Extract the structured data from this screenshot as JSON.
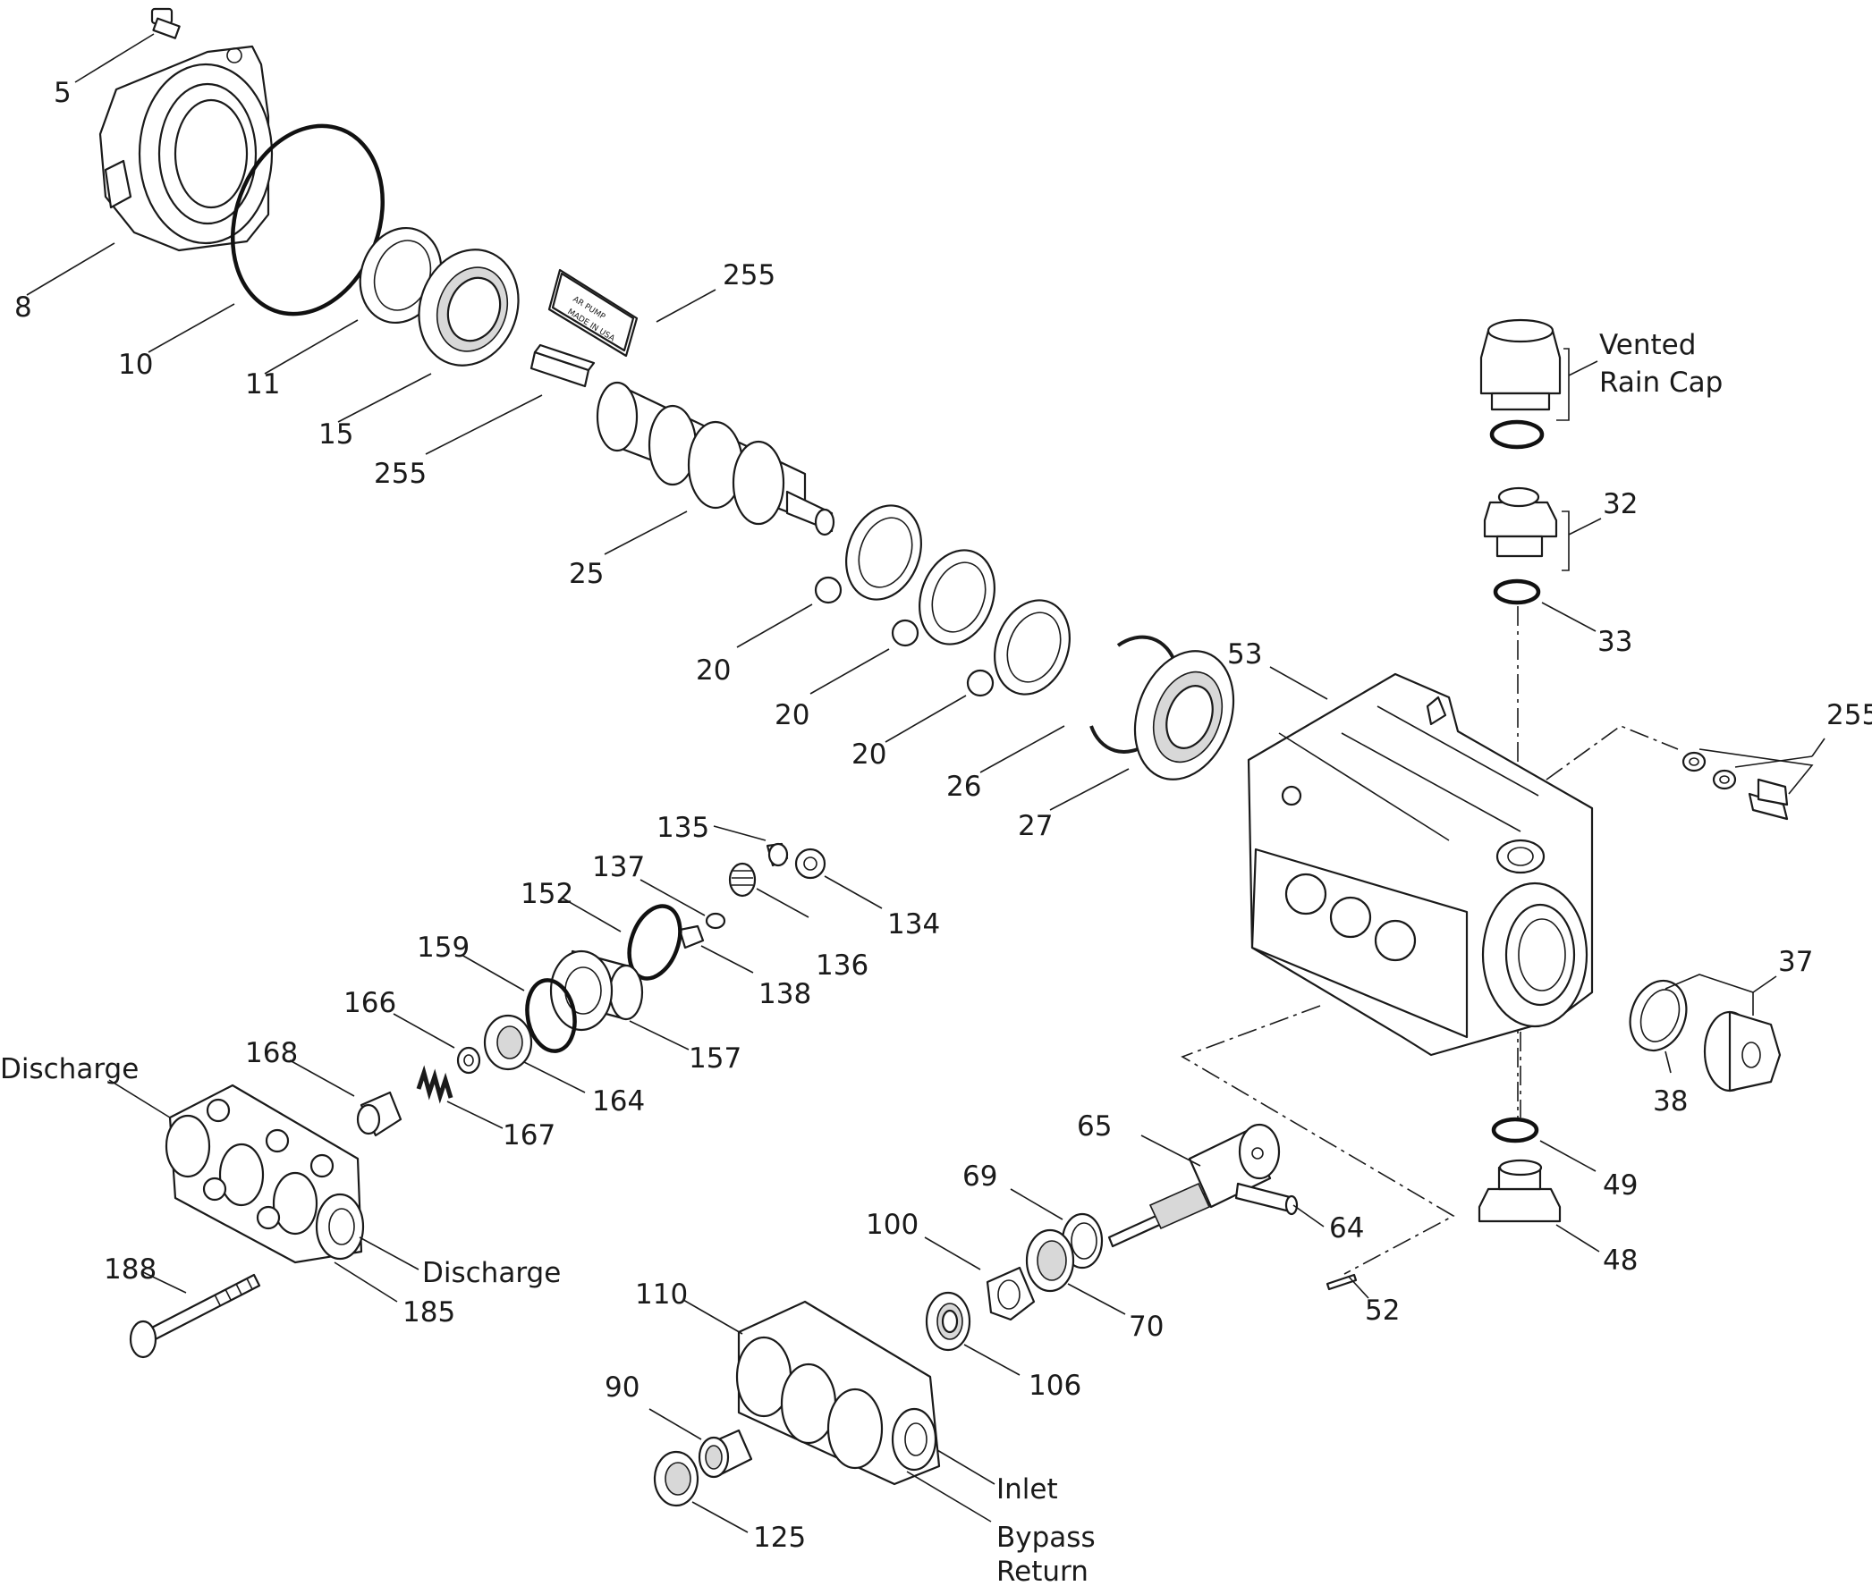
{
  "diagram": {
    "labels": {
      "p5": "5",
      "p8": "8",
      "p10": "10",
      "p11": "11",
      "p15": "15",
      "p255_label": "255",
      "p255_key": "255",
      "p25": "25",
      "p20a": "20",
      "p20b": "20",
      "p20c": "20",
      "p26": "26",
      "p27": "27",
      "p53": "53",
      "p32": "32",
      "p33": "33",
      "p255_bolt": "255",
      "p37": "37",
      "p38": "38",
      "p49": "49",
      "p48": "48",
      "p135": "135",
      "p137": "137",
      "p152": "152",
      "p134": "134",
      "p136": "136",
      "p138": "138",
      "p159": "159",
      "p157": "157",
      "p166": "166",
      "p164": "164",
      "p168": "168",
      "p167": "167",
      "p188": "188",
      "p185": "185",
      "p65": "65",
      "p69": "69",
      "p64": "64",
      "p100": "100",
      "p70": "70",
      "p52": "52",
      "p110": "110",
      "p106": "106",
      "p90": "90",
      "p125": "125"
    },
    "callouts": {
      "vented_line1": "Vented",
      "vented_line2": "Rain Cap",
      "discharge_top": "Discharge",
      "discharge_bottom": "Discharge",
      "inlet": "Inlet",
      "bypass_line1": "Bypass",
      "bypass_line2": "Return"
    },
    "label_plate_text": [
      "AR PUMP",
      "MADE IN USA"
    ]
  }
}
